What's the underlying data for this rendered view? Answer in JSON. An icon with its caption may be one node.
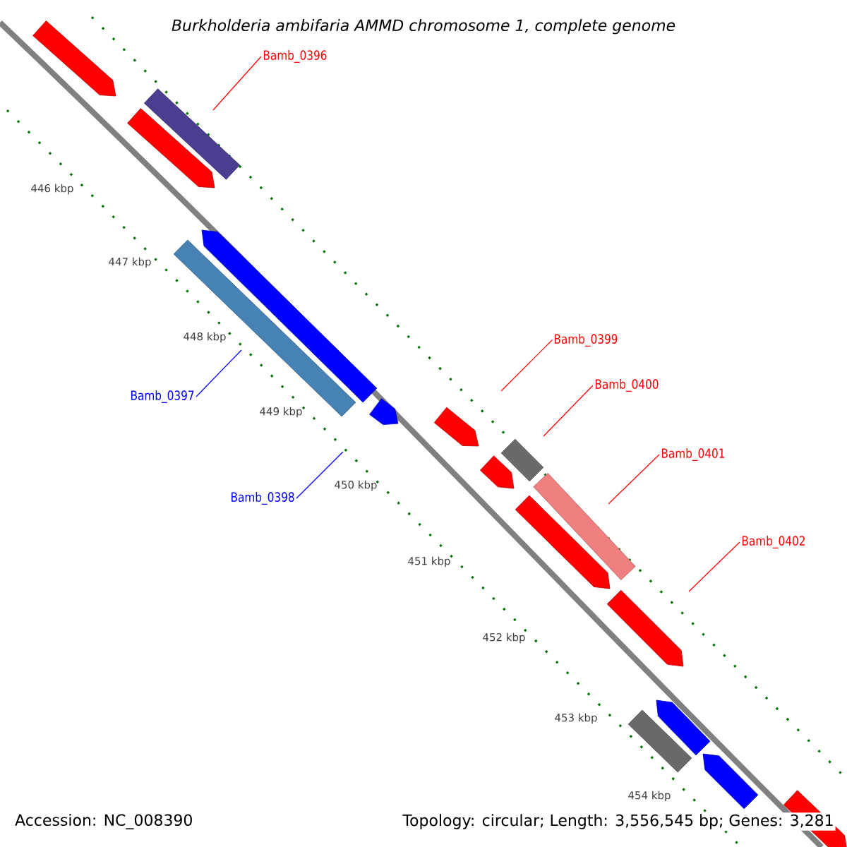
{
  "diagram": {
    "title": "Burkholderia ambifaria AMMD chromosome 1, complete genome",
    "nodes": [
      {
        "text": [
          "Bamb_0396"
        ]
      },
      {
        "text": [
          "Bamb_0397"
        ]
      },
      {
        "text": [
          "Bamb_0398"
        ]
      },
      {
        "text": [
          "Bamb_0399"
        ]
      },
      {
        "text": [
          "Bamb_0400"
        ]
      },
      {
        "text": [
          "Bamb_0401"
        ]
      },
      {
        "text": [
          "Bamb_0402"
        ]
      }
    ],
    "edges": [
      {
        "from": 0,
        "to": null,
        "arrow": "none"
      },
      {
        "from": 1,
        "to": null,
        "arrow": "none",
        "color": "#0000ff"
      },
      {
        "from": 2,
        "to": null,
        "arrow": "none",
        "color": "#0000ff"
      },
      {
        "from": 3,
        "to": null,
        "arrow": "none"
      },
      {
        "from": 4,
        "to": null,
        "arrow": "none"
      },
      {
        "from": 5,
        "to": null,
        "arrow": "none"
      },
      {
        "from": 6,
        "to": null,
        "arrow": "none"
      }
    ],
    "labels": [
      "446 kbp",
      "447 kbp",
      "448 kbp",
      "449 kbp",
      "450 kbp",
      "451 kbp",
      "452 kbp",
      "453 kbp",
      "454 kbp",
      "Accession: NC_008390",
      "Topology: circular; Length: 3,556,545 bp; Genes: 3,281"
    ]
  }
}
